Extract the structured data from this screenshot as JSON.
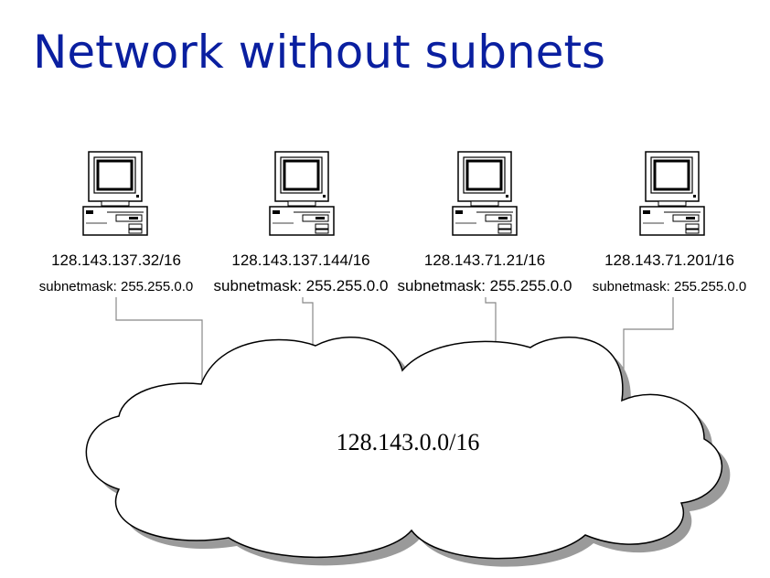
{
  "title": "Network without subnets",
  "network": {
    "label": "128.143.0.0/16"
  },
  "hosts": [
    {
      "ip": "128.143.137.32/16",
      "mask": "subnetmask: 255.255.0.0",
      "icon": "desktop-computer-icon"
    },
    {
      "ip": "128.143.137.144/16",
      "mask": "subnetmask: 255.255.0.0",
      "icon": "desktop-computer-icon"
    },
    {
      "ip": "128.143.71.21/16",
      "mask": "subnetmask: 255.255.0.0",
      "icon": "desktop-computer-icon"
    },
    {
      "ip": "128.143.71.201/16",
      "mask": "subnetmask: 255.255.0.0",
      "icon": "desktop-computer-icon"
    }
  ],
  "colors": {
    "title": "#0a1fa0",
    "cloud_fill": "#ffffff",
    "cloud_shadow": "#9a9a9a",
    "line": "#888888"
  }
}
